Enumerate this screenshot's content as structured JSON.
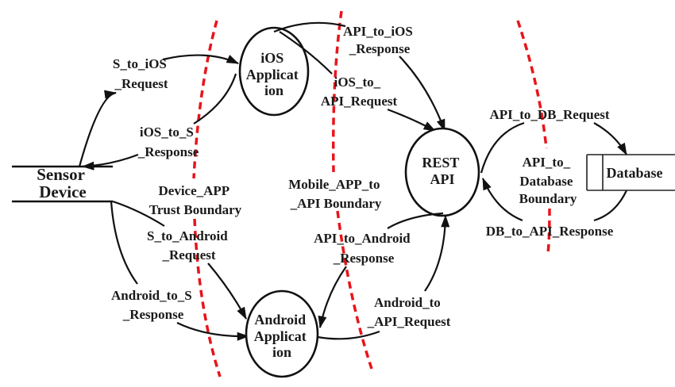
{
  "nodes": {
    "sensor_device": {
      "lines": [
        "Sensor",
        "Device"
      ],
      "type": "external-entity"
    },
    "ios_app": {
      "lines": [
        "iOS",
        "Applicat",
        "ion"
      ],
      "type": "process"
    },
    "android_app": {
      "lines": [
        "Android",
        "Applicat",
        "ion"
      ],
      "type": "process"
    },
    "rest_api": {
      "lines": [
        "REST",
        "API"
      ],
      "type": "process"
    },
    "database": {
      "lines": [
        "Database"
      ],
      "type": "data-store"
    }
  },
  "flows": {
    "s_to_ios_request": [
      "S_to_iOS",
      "_Request"
    ],
    "ios_to_s_response": [
      "iOS_to_S",
      "_Response"
    ],
    "api_to_ios_response": [
      "API_to_iOS",
      "_Response"
    ],
    "ios_to_api_request": [
      "iOS_to_",
      "API_Request"
    ],
    "s_to_android_request": [
      "S_to_Android",
      "_Request"
    ],
    "android_to_s_response": [
      "Android_to_S",
      "_Response"
    ],
    "api_to_android_response": [
      "API_to_Android",
      "_Response"
    ],
    "android_to_api_request": [
      "Android_to",
      "_API_Request"
    ],
    "api_to_db_request": [
      "API_to_DB_Request"
    ],
    "db_to_api_response": [
      "DB_to_API_Response"
    ]
  },
  "boundaries": {
    "device_app": [
      "Device_APP",
      "Trust Boundary"
    ],
    "mobile_app_to_api": [
      "Mobile_APP_to",
      "_API Boundary"
    ],
    "api_to_database": [
      "API_to_",
      "Database",
      "Boundary"
    ]
  },
  "colors": {
    "boundary": "#e8141b",
    "ink": "#111111"
  }
}
